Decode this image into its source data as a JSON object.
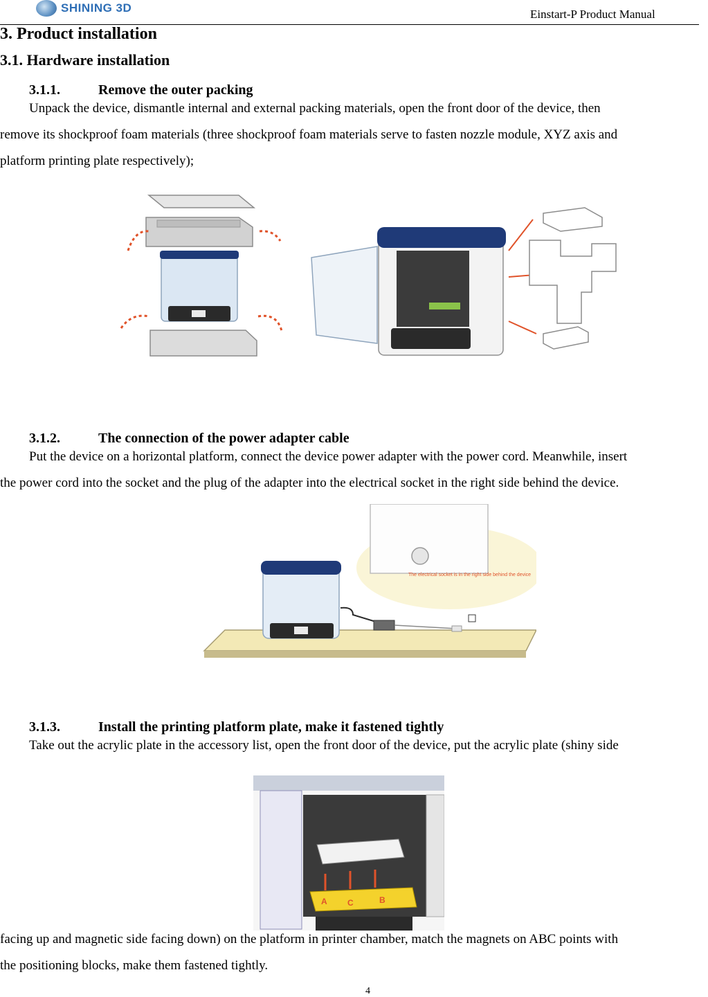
{
  "header": {
    "logo_text": "SHINING 3D",
    "manual_title": "Einstart-P Product Manual"
  },
  "section": {
    "title": "3.   Product installation",
    "sub_title": "3.1.   Hardware installation"
  },
  "steps": [
    {
      "number": "3.1.1.",
      "title": "Remove the outer packing",
      "lines": [
        "Unpack the device, dismantle internal and external packing materials, open the front door of the device, then",
        "remove its shockproof foam materials (three shockproof foam materials serve to fasten nozzle module, XYZ axis and",
        "platform printing plate respectively);"
      ]
    },
    {
      "number": "3.1.2.",
      "title": "The connection of the power adapter cable",
      "lines": [
        "Put the device on a horizontal platform, connect the device power adapter with the power cord. Meanwhile, insert",
        "the power cord into the socket and the plug of the adapter into the electrical socket in the right side behind the device."
      ],
      "figure_note": "The electrical socket is in the right side behind the device"
    },
    {
      "number": "3.1.3.",
      "title": "Install the printing platform plate, make it fastened tightly",
      "lines": [
        "Take out the acrylic plate in the accessory list, open the front door of the device, put the acrylic plate (shiny side"
      ],
      "lines_after": [
        "facing up and magnetic side facing down) on the platform in printer chamber, match the magnets on ABC points with",
        "the positioning blocks, make them fastened tightly."
      ],
      "points": [
        "A",
        "C",
        "B"
      ]
    }
  ],
  "footer": {
    "page_number": "4"
  },
  "colors": {
    "arrow_red": "#e0532a",
    "lid_blue": "#1f3a78",
    "logo_blue": "#2f6fb6",
    "table_yellow": "#f3e9b6"
  }
}
